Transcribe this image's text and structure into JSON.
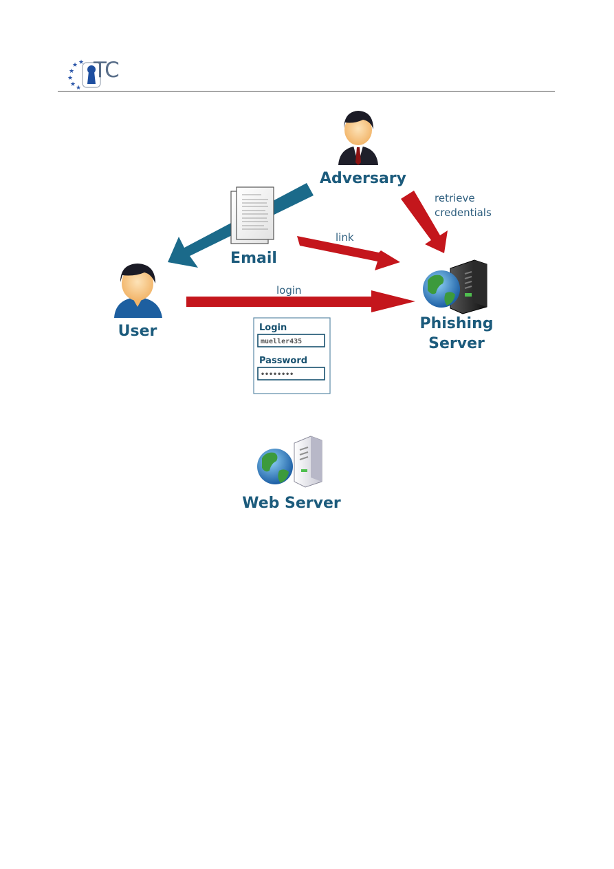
{
  "header": {
    "logo_text": "TC"
  },
  "nodes": {
    "adversary": "Adversary",
    "email": "Email",
    "user": "User",
    "phishing_server_line1": "Phishing",
    "phishing_server_line2": "Server",
    "web_server": "Web Server"
  },
  "edges": {
    "link": "link",
    "login": "login",
    "retrieve_line1": "retrieve",
    "retrieve_line2": "credentials"
  },
  "login_form": {
    "login_label": "Login",
    "login_value": "mueller435",
    "password_label": "Password",
    "password_value": "••••••••"
  },
  "colors": {
    "red_arrow": "#c4161c",
    "blue_arrow": "#1b6a8a",
    "label_blue": "#1c5b7c"
  }
}
